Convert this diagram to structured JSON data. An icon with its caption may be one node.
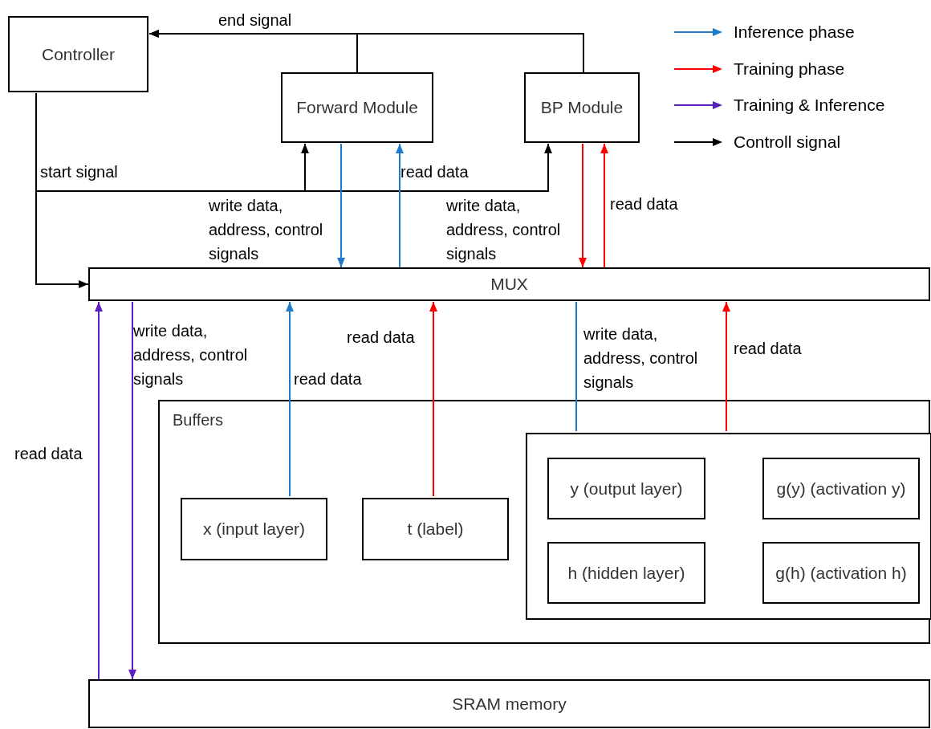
{
  "diagram": {
    "nodes": [
      {
        "text": [
          "Controller"
        ]
      },
      {
        "text": [
          "Forward Module"
        ]
      },
      {
        "text": [
          "BP Module"
        ]
      },
      {
        "text": [
          "MUX"
        ]
      },
      {
        "text": [
          "Buffers"
        ]
      },
      {
        "text": [],
        "shape": "box",
        "in": 4
      },
      {
        "text": [
          "y (output layer)"
        ],
        "in": 5
      },
      {
        "text": [
          "g(y) (activation y)"
        ],
        "in": 5
      },
      {
        "text": [
          "h (hidden layer)"
        ],
        "in": 5
      },
      {
        "text": [
          "g(h) (activation h)"
        ],
        "in": 5
      },
      {
        "text": [
          "x (input layer)"
        ],
        "in": 4
      },
      {
        "text": [
          "t (label)"
        ],
        "in": 4
      },
      {
        "text": [
          "SRAM memory"
        ]
      }
    ],
    "edges": [
      {
        "from": 1,
        "to": 0,
        "arrow": "to",
        "label": "end signal"
      },
      {
        "from": 2,
        "to": 0,
        "arrow": "to"
      },
      {
        "from": 0,
        "to": 3,
        "arrow": "to",
        "label": "start signal"
      },
      {
        "from": 0,
        "to": 1,
        "arrow": "to"
      },
      {
        "from": 0,
        "to": 2,
        "arrow": "to"
      },
      {
        "from": 1,
        "to": 3,
        "arrow": "to",
        "label": "write data, address, control signals",
        "color": "#1f7ac9"
      },
      {
        "from": 3,
        "to": 1,
        "arrow": "to",
        "label": "read data",
        "color": "#1f7ac9"
      },
      {
        "from": 2,
        "to": 3,
        "arrow": "to",
        "label": "write data, address, control signals",
        "color": "#ff0000"
      },
      {
        "from": 3,
        "to": 2,
        "arrow": "to",
        "label": "read data",
        "color": "#ff0000"
      },
      {
        "from": 12,
        "to": 3,
        "arrow": "to",
        "label": "read data",
        "color": "#5b1fbf"
      },
      {
        "from": 3,
        "to": 12,
        "arrow": "to",
        "label": "write data, address, control signals",
        "color": "#5b1fbf"
      },
      {
        "from": 10,
        "to": 3,
        "arrow": "to",
        "label": "read data",
        "color": "#1f7ac9"
      },
      {
        "from": 11,
        "to": 3,
        "arrow": "to",
        "label": "read data",
        "color": "#ff0000"
      },
      {
        "from": 3,
        "to": 5,
        "arrow": "none",
        "label": "write data, address, control signals",
        "color": "#1f7ac9"
      },
      {
        "from": 5,
        "to": 3,
        "arrow": "to",
        "label": "read data",
        "color": "#ff0000"
      }
    ],
    "legend": [
      {
        "text": "Inference phase",
        "color": "#1f7ac9"
      },
      {
        "text": "Training phase",
        "color": "#ff0000"
      },
      {
        "text": "Training & Inference",
        "color": "#5b1fbf"
      },
      {
        "text": "Controll signal",
        "color": "#000000"
      }
    ]
  }
}
